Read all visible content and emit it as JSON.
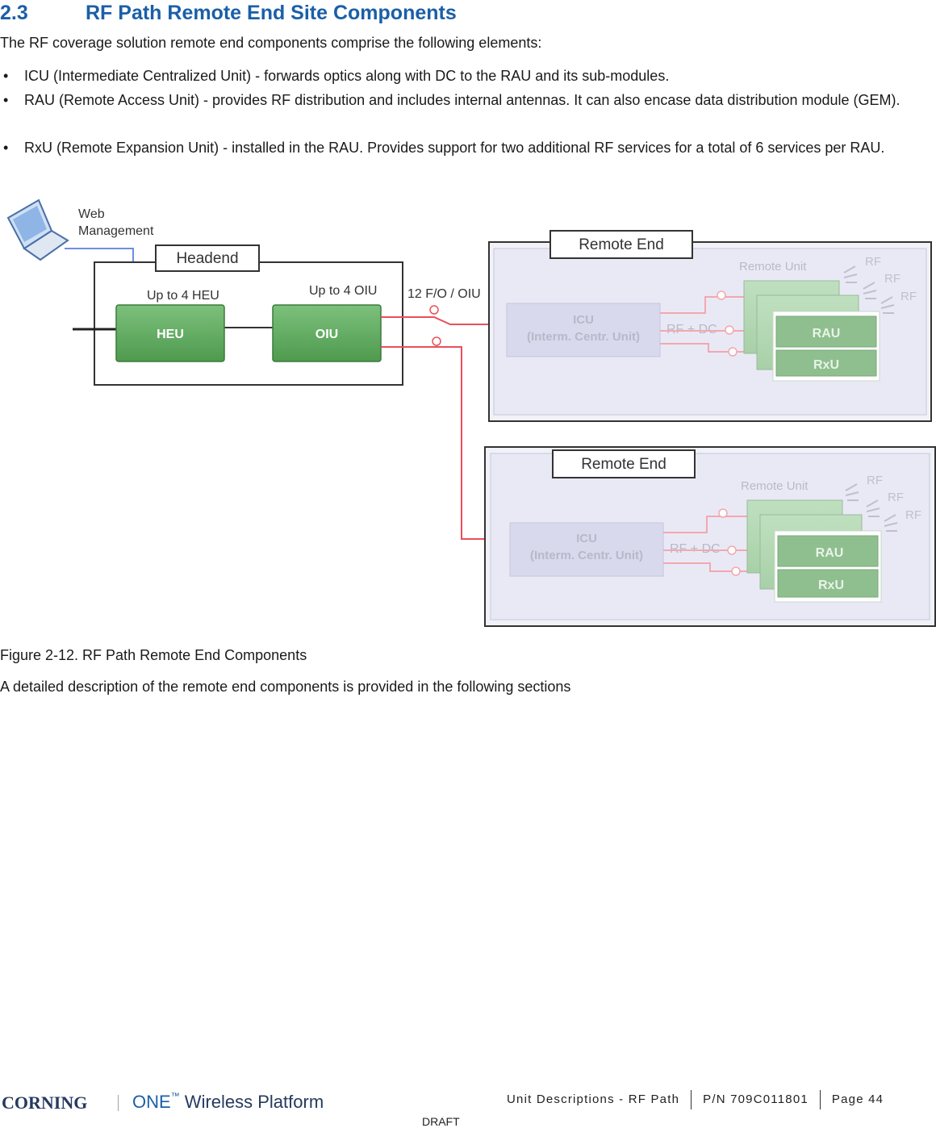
{
  "heading": {
    "number": "2.3",
    "title": "RF Path Remote End Site Components"
  },
  "intro": "The RF coverage solution remote end components comprise the following elements:",
  "bullets": [
    {
      "symbol": "•",
      "text": "ICU (Intermediate Centralized Unit) - forwards optics along with DC to the RAU and its sub-modules."
    },
    {
      "symbol": "•",
      "text": "RAU (Remote Access Unit) - provides RF distribution and includes internal antennas. It can also encase data distribution module (GEM)."
    },
    {
      "symbol": "•",
      "text": "RxU (Remote Expansion Unit) - installed in the RAU. Provides support for two additional RF services for a total of 6 services per RAU."
    }
  ],
  "diagram": {
    "web_management": [
      "Web",
      "Management"
    ],
    "headend_label": "Headend",
    "up_to_heu": "Up to 4 HEU",
    "up_to_oiu": "Up to 4 OIU",
    "heu": "HEU",
    "oiu": "OIU",
    "fiber_label": "12 F/O / OIU",
    "remote_end_label": "Remote End",
    "remote_unit_label": "Remote Unit",
    "icu_line1": "ICU",
    "icu_line2": "(Interm. Centr. Unit)",
    "rf_dc": "RF + DC",
    "rau": "RAU",
    "rxu": "RxU",
    "rf": "RF",
    "colors": {
      "green_box": "#5aa55a",
      "red_line": "#e8505a",
      "blue_line": "#6b8fe0",
      "remote_panel": "#e9e9f6",
      "faded_text": "#b8b8c8"
    }
  },
  "caption": "Figure 2-12. RF Path Remote End Components",
  "description": "A detailed description of the remote end components is provided in the following sections",
  "footer": {
    "brand": "CORNING",
    "product_one": "ONE",
    "product_tm": "™",
    "product_rest": " Wireless Platform",
    "section": "Unit Descriptions - RF Path",
    "part_number": "P/N 709C011801",
    "page": "Page 44",
    "draft": "DRAFT"
  }
}
